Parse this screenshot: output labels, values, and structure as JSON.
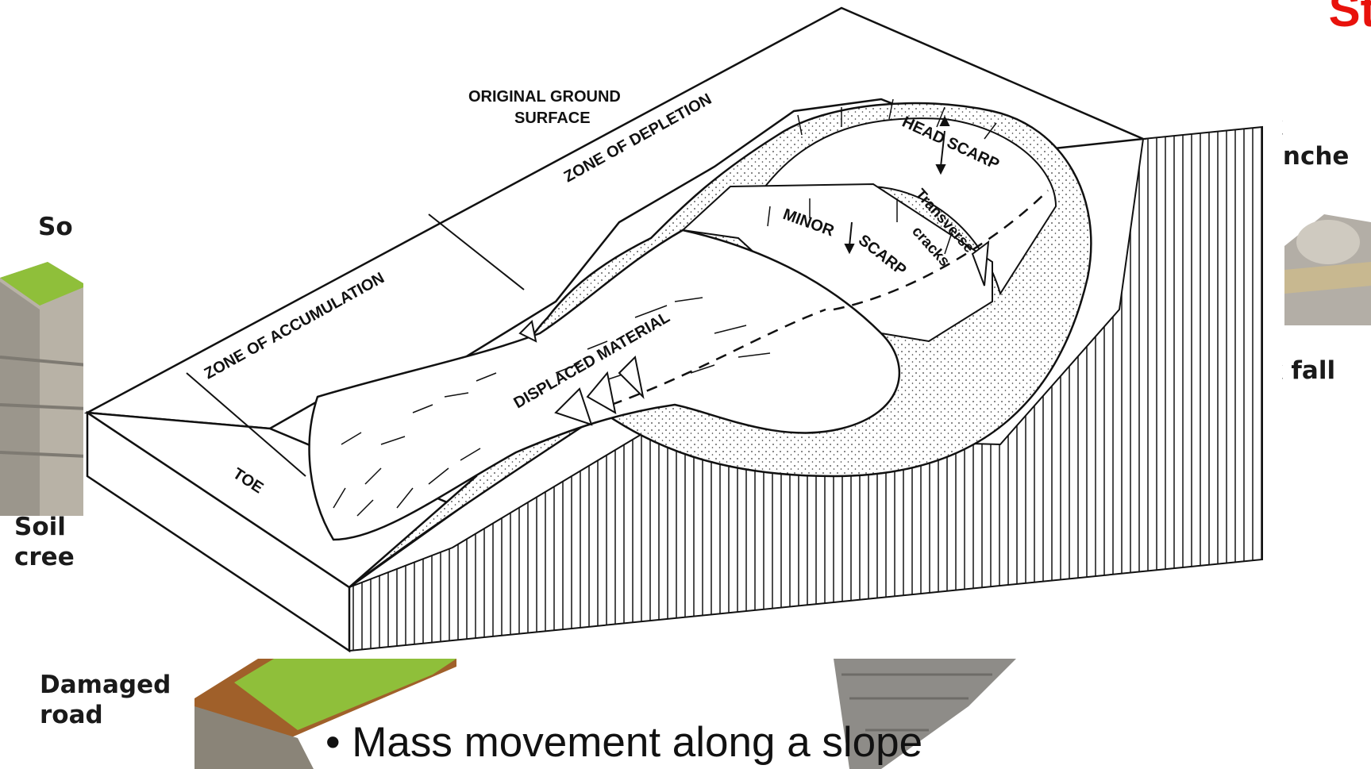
{
  "slide": {
    "title_fragment": "Ste",
    "bullet": "• Mass movement along a slope"
  },
  "background_labels": {
    "soil_top": "So",
    "soil_creep": "Soil\ncree",
    "damaged_road": "Damaged\nroad",
    "rock_avalanche": "k\nanche",
    "rock_fall": "k fall"
  },
  "diagram": {
    "labels": {
      "original_ground_surface_1": "ORIGINAL GROUND",
      "original_ground_surface_2": "SURFACE",
      "zone_of_depletion": "ZONE OF DEPLETION",
      "zone_of_accumulation": "ZONE OF ACCUMULATION",
      "toe": "TOE",
      "head_scarp": "HEAD SCARP",
      "minor": "MINOR",
      "scarp": "SCARP",
      "transverse": "Transverse",
      "cracks": "cracks",
      "displaced_material": "DISPLACED MATERIAL"
    }
  },
  "colors": {
    "title_red": "#e8120c",
    "grass": "#8fbf3a",
    "soil": "#a0602a"
  }
}
